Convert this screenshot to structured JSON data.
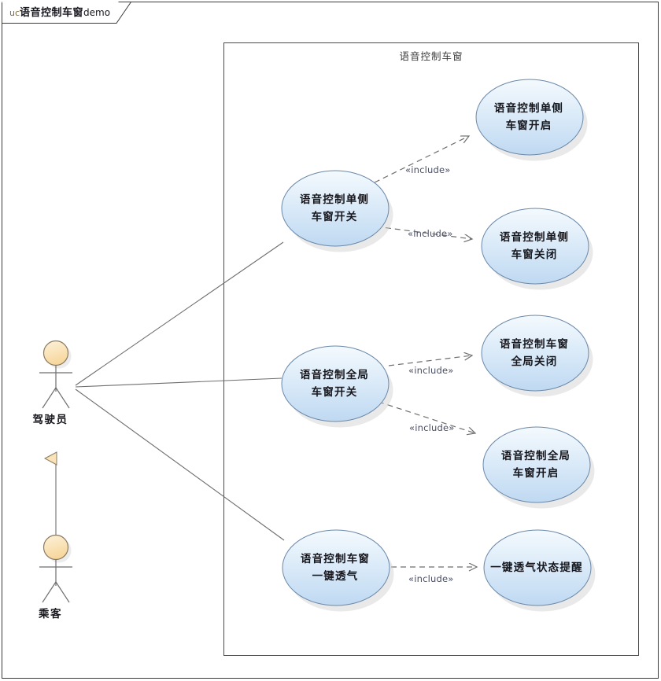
{
  "diagram": {
    "frame_tab": {
      "keyword": "uc",
      "name": "语音控制车窗",
      "suffix": "demo"
    },
    "system_boundary_label": "语音控制车窗",
    "colors": {
      "ellipse_fill_top": "#f2f8fe",
      "ellipse_fill_bottom": "#c0daf2",
      "ellipse_stroke": "#6a88a8",
      "actor_head_fill": "#fbe3b8",
      "actor_stroke": "#8a7b63",
      "line_color": "#6e6e6e",
      "frame_stroke": "#3a3a3a",
      "keyword_color": "#7f6a33",
      "include_text_color": "#4a4f63"
    }
  },
  "actors": [
    {
      "id": "driver",
      "label": "驾驶员"
    },
    {
      "id": "passenger",
      "label": "乘客"
    }
  ],
  "use_cases": [
    {
      "id": "uc-single-open",
      "label": "语音控制单侧车窗开启"
    },
    {
      "id": "uc-single-toggle",
      "label": "语音控制单侧车窗开关"
    },
    {
      "id": "uc-single-close",
      "label": "语音控制单侧车窗关闭"
    },
    {
      "id": "uc-global-close",
      "label": "语音控制车窗全局关闭"
    },
    {
      "id": "uc-global-toggle",
      "label": "语音控制全局车窗开关"
    },
    {
      "id": "uc-global-open",
      "label": "语音控制全局车窗开启"
    },
    {
      "id": "uc-vent",
      "label": "语音控制车窗一键透气"
    },
    {
      "id": "uc-vent-notify",
      "label": "一键透气状态提醒"
    }
  ],
  "relations": {
    "include_labels": [
      {
        "id": "include-1",
        "text": "«include»"
      },
      {
        "id": "include-2",
        "text": "«include»"
      },
      {
        "id": "include-3",
        "text": "«include»"
      },
      {
        "id": "include-4",
        "text": "«include»"
      },
      {
        "id": "include-5",
        "text": "«include»"
      }
    ]
  }
}
